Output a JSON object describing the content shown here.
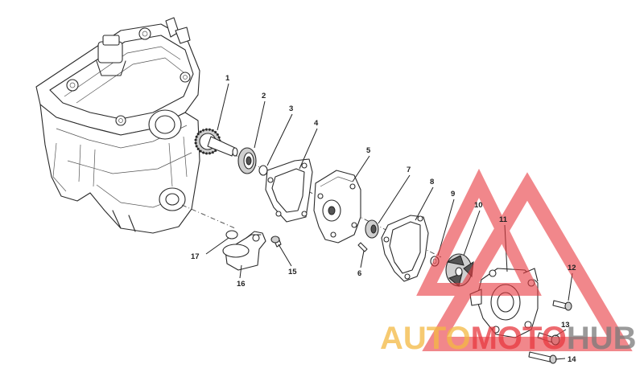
{
  "callouts": [
    {
      "id": "1",
      "text": "1"
    },
    {
      "id": "2",
      "text": "2"
    },
    {
      "id": "3",
      "text": "3"
    },
    {
      "id": "4",
      "text": "4"
    },
    {
      "id": "5",
      "text": "5"
    },
    {
      "id": "6",
      "text": "6"
    },
    {
      "id": "7",
      "text": "7"
    },
    {
      "id": "8",
      "text": "8"
    },
    {
      "id": "9",
      "text": "9"
    },
    {
      "id": "10",
      "text": "10"
    },
    {
      "id": "11",
      "text": "11"
    },
    {
      "id": "12",
      "text": "12"
    },
    {
      "id": "13",
      "text": "13"
    },
    {
      "id": "14",
      "text": "14"
    },
    {
      "id": "15",
      "text": "15"
    },
    {
      "id": "16",
      "text": "16"
    },
    {
      "id": "17",
      "text": "17"
    }
  ],
  "watermark": {
    "part1": "AUTO",
    "part2": "MOTO",
    "part3": "HUB",
    "color_orange": "#f4b942",
    "color_red": "#e8393f",
    "color_gray": "#7a7a7a"
  }
}
